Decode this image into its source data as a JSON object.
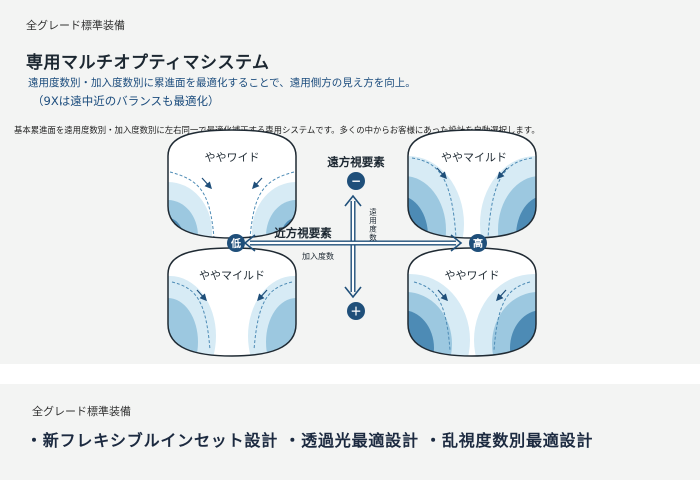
{
  "header": {
    "tag": "全グレード標準装備",
    "title": "専用マルチオプティマシステム",
    "subtitle": "遠用度数別・加入度数別に累進面を最適化することで、遠用側方の見え方を向上。",
    "note": "（9Xは遠中近のバランスも最適化）",
    "description": "基本累進面を遠用度数別・加入度数別に左右同一で最適化補正する専用システムです。多くの中からお客様にあった設計を自動選択します。"
  },
  "diagram": {
    "far_element_label": "遠方視要素",
    "near_element_label": "近方視要素",
    "far_power_label": "遠用度数",
    "add_power_label": "加入度数",
    "minus_symbol": "−",
    "plus_symbol": "＋",
    "low_label": "低",
    "high_label": "高",
    "lenses": [
      {
        "label": "ややワイド",
        "position": "top-left"
      },
      {
        "label": "ややマイルド",
        "position": "top-right"
      },
      {
        "label": "ややマイルド",
        "position": "bottom-left"
      },
      {
        "label": "ややワイド",
        "position": "bottom-right"
      }
    ],
    "colors": {
      "dark": "#1f4f7a",
      "mid": "#4d8bb5",
      "light": "#9cc8e0",
      "pale": "#d7ebf5"
    }
  },
  "footer": {
    "tag": "全グレード標準装備",
    "features": "・新フレキシブルインセット設計 ・透過光最適設計 ・乱視度数別最適設計"
  }
}
